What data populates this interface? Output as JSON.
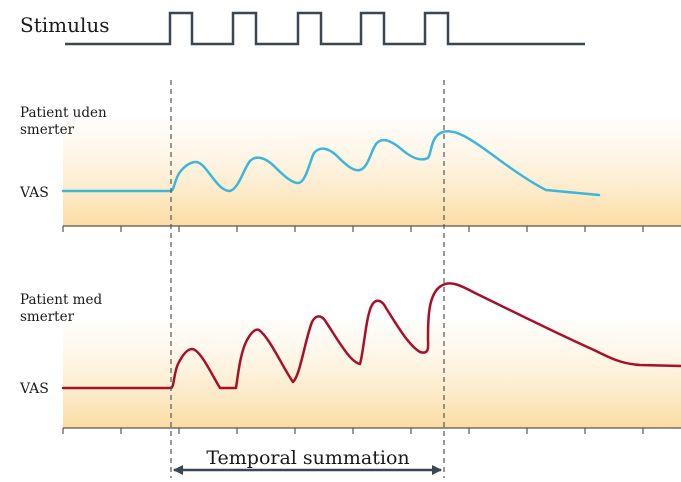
{
  "stimulus_label": "Stimulus",
  "panel_top": {
    "label_line1": "Patient uden",
    "label_line2": "smerter",
    "vas_label": "VAS"
  },
  "panel_bottom": {
    "label_line1": "Patient med",
    "label_line2": "smerter",
    "vas_label": "VAS"
  },
  "temporal_summation_label": "Temporal summation",
  "colors": {
    "stimulus_line": "#3a4650",
    "trace_top": "#3db6dc",
    "trace_bottom": "#a8102a",
    "background_gradient_top": "#fdf1dc",
    "background_gradient_bottom": "#fbdca2",
    "axis": "#555555",
    "dashed_line": "#555555",
    "arrow": "#3a4650"
  },
  "stimulus_pulse_count": 5
}
